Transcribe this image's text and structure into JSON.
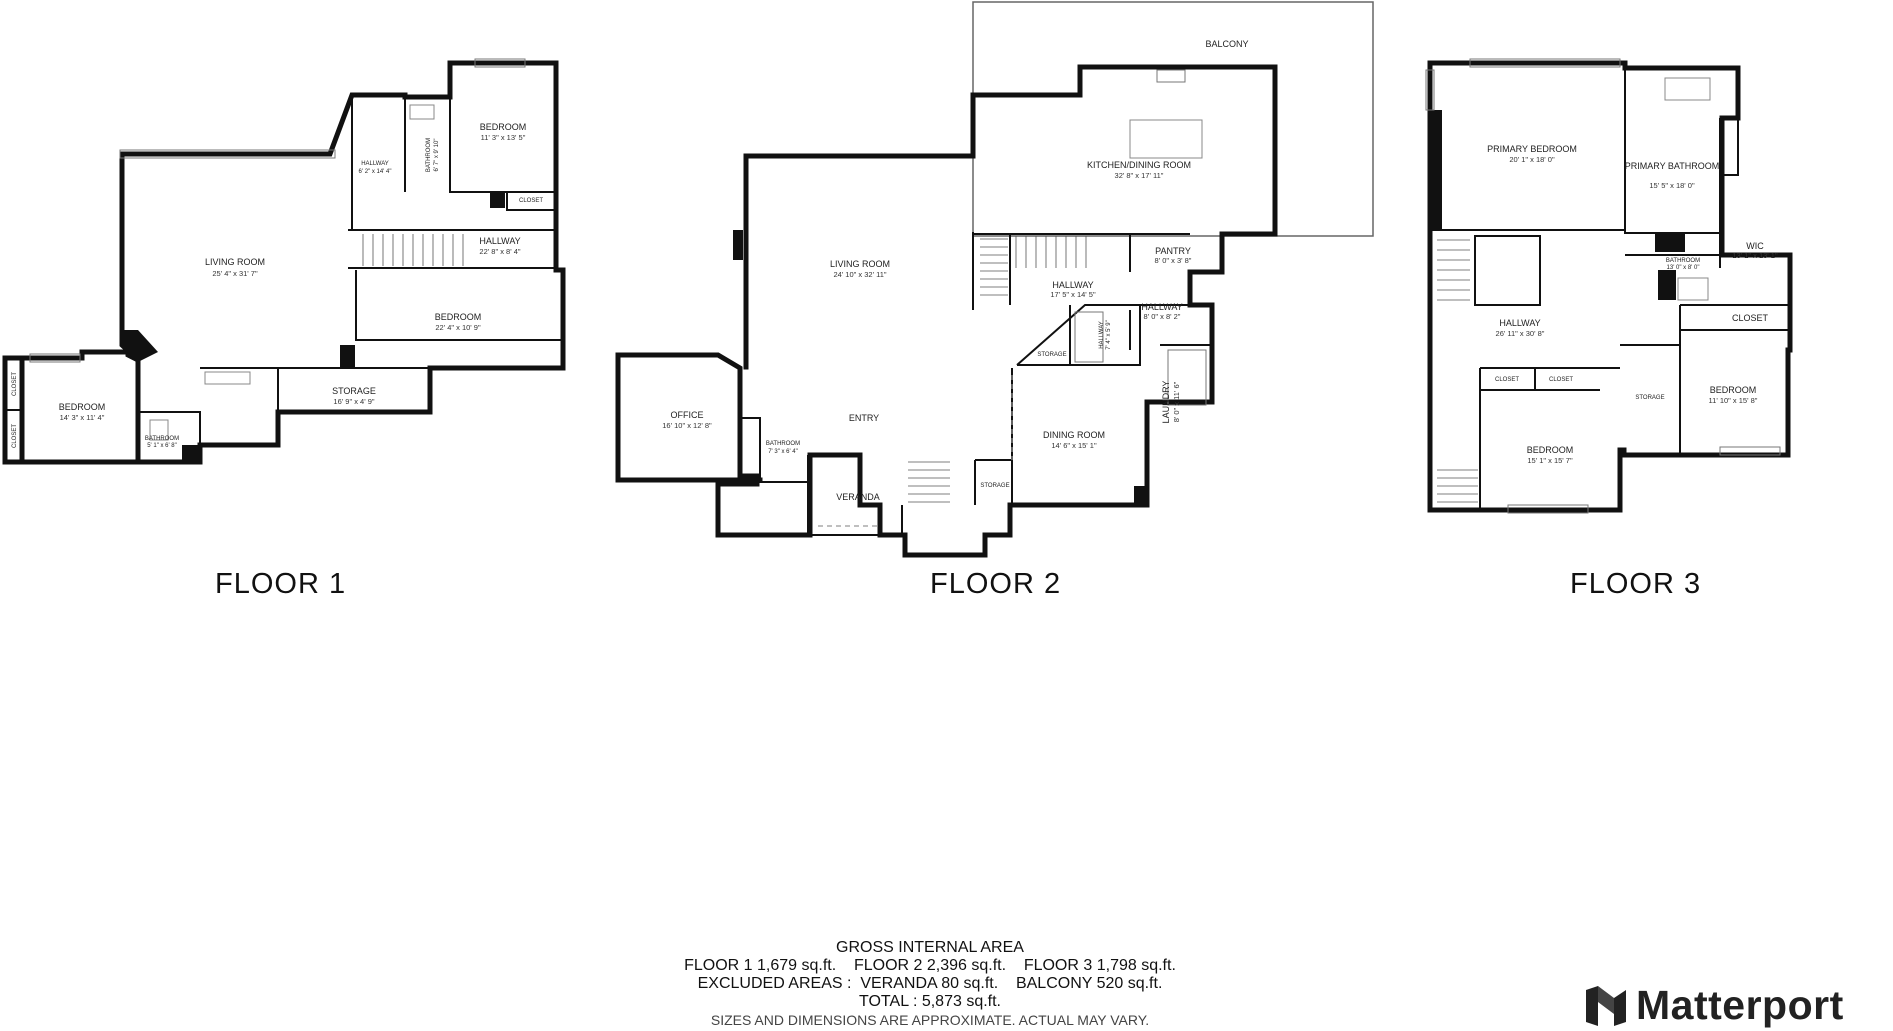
{
  "floors": [
    {
      "title": "FLOOR 1",
      "rooms": [
        {
          "name": "LIVING ROOM",
          "dim": "25' 4\" x 31' 7\""
        },
        {
          "name": "HALLWAY",
          "dim": "6' 2\" x 14' 4\""
        },
        {
          "name": "BATHROOM",
          "dim": "6' 7\" x 9' 10\""
        },
        {
          "name": "BEDROOM",
          "dim": "11' 3\" x 13' 5\""
        },
        {
          "name": "CLOSET",
          "dim": ""
        },
        {
          "name": "HALLWAY",
          "dim": "22' 8\" x 8' 4\""
        },
        {
          "name": "BEDROOM",
          "dim": "22' 4\" x 10' 9\""
        },
        {
          "name": "STORAGE",
          "dim": "16' 9\" x 4' 9\""
        },
        {
          "name": "BEDROOM",
          "dim": "14' 3\" x 11' 4\""
        },
        {
          "name": "BATHROOM",
          "dim": "5' 1\" x 6' 8\""
        },
        {
          "name": "CLOSET",
          "dim": ""
        },
        {
          "name": "CLOSET",
          "dim": ""
        }
      ]
    },
    {
      "title": "FLOOR 2",
      "rooms": [
        {
          "name": "BALCONY",
          "dim": ""
        },
        {
          "name": "KITCHEN/DINING ROOM",
          "dim": "32' 8\" x 17' 11\""
        },
        {
          "name": "LIVING ROOM",
          "dim": "24' 10\" x 32' 11\""
        },
        {
          "name": "PANTRY",
          "dim": "8' 0\" x 3' 8\""
        },
        {
          "name": "HALLWAY",
          "dim": "17' 5\" x 14' 5\""
        },
        {
          "name": "HALLWAY",
          "dim": "8' 0\" x 8' 2\""
        },
        {
          "name": "HALLWAY",
          "dim": "7' 4\" x 5' 9\""
        },
        {
          "name": "STORAGE",
          "dim": ""
        },
        {
          "name": "LAUNDRY",
          "dim": "8' 0\" x 11' 6\""
        },
        {
          "name": "OFFICE",
          "dim": "16' 10\" x 12' 8\""
        },
        {
          "name": "BATHROOM",
          "dim": "7' 3\" x 6' 4\""
        },
        {
          "name": "ENTRY",
          "dim": ""
        },
        {
          "name": "VERANDA",
          "dim": ""
        },
        {
          "name": "DINING ROOM",
          "dim": "14' 6\" x 15' 1\""
        },
        {
          "name": "STORAGE",
          "dim": ""
        }
      ]
    },
    {
      "title": "FLOOR 3",
      "rooms": [
        {
          "name": "PRIMARY BEDROOM",
          "dim": "20' 1\" x 18' 0\""
        },
        {
          "name": "PRIMARY BATHROOM",
          "dim": "15' 5\" x 18' 0\""
        },
        {
          "name": "WIC",
          "dim": "13' 1\" x 13' 1\""
        },
        {
          "name": "BATHROOM",
          "dim": "13' 0\" x 8' 0\""
        },
        {
          "name": "CLOSET",
          "dim": ""
        },
        {
          "name": "HALLWAY",
          "dim": "26' 11\" x 30' 8\""
        },
        {
          "name": "CLOSET",
          "dim": ""
        },
        {
          "name": "CLOSET",
          "dim": ""
        },
        {
          "name": "STORAGE",
          "dim": ""
        },
        {
          "name": "BEDROOM",
          "dim": "11' 10\" x 15' 8\""
        },
        {
          "name": "BEDROOM",
          "dim": "15' 1\" x 15' 7\""
        }
      ]
    }
  ],
  "summary": {
    "heading": "GROSS INTERNAL AREA",
    "floor_line": "FLOOR 1 1,679 sq.ft.    FLOOR 2 2,396 sq.ft.    FLOOR 3 1,798 sq.ft.",
    "excluded_line": "EXCLUDED AREAS :  VERANDA 80 sq.ft.    BALCONY 520 sq.ft.",
    "total_line": "TOTAL :  5,873 sq.ft.",
    "note": "SIZES AND DIMENSIONS ARE APPROXIMATE. ACTUAL MAY VARY."
  },
  "brand": {
    "name": "Matterport",
    "logo_icon": "matterport-logo-icon"
  }
}
